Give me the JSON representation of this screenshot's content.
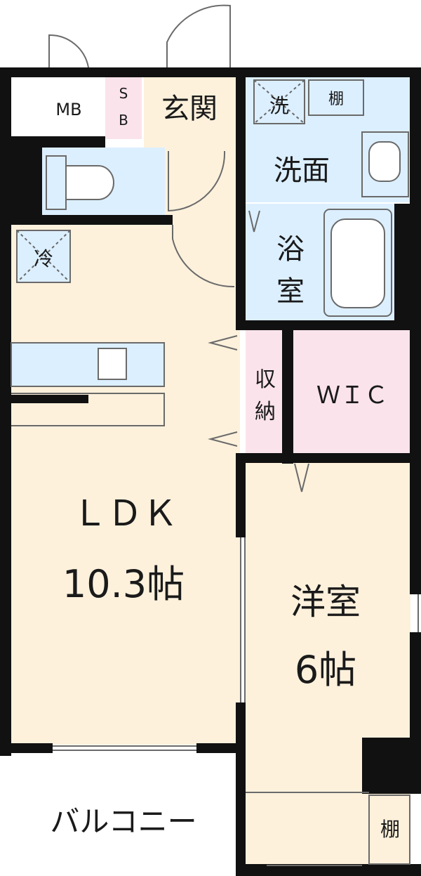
{
  "rooms": {
    "mb": "MB",
    "sb_top": "S",
    "sb_bottom": "B",
    "genkan": "玄関",
    "sentakki": "洗",
    "tana_top": "棚",
    "senmen": "洗面",
    "reizouko": "冷",
    "yokushitsu_1": "浴",
    "yokushitsu_2": "室",
    "shuno_1": "収",
    "shuno_2": "納",
    "wic": "ＷＩＣ",
    "ldk_name": "ＬＤＫ",
    "ldk_size": "10.3帖",
    "youshitsu_name": "洋室",
    "youshitsu_size": "6帖",
    "balcony": "バルコニー",
    "tana_bottom": "棚"
  },
  "colors": {
    "wall": "#111111",
    "floor_wood": "#fdf1dc",
    "water_blue": "#dcefff",
    "storage_pink": "#fbe3ec",
    "balcony": "#ffffff"
  }
}
